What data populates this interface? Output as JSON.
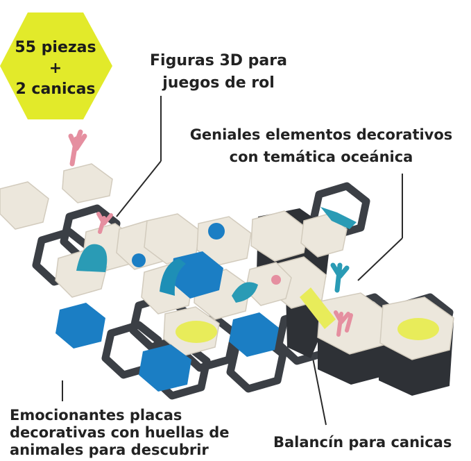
{
  "badge": {
    "line1": "55 piezas",
    "line2": "+",
    "line3": "2 canicas",
    "color": "#e2ea2a"
  },
  "callouts": {
    "figuras": {
      "line1": "Figuras 3D para",
      "line2": "juegos de rol"
    },
    "geniales": {
      "line1": "Geniales elementos decorativos",
      "line2": "con temática oceánica"
    },
    "emocionantes": {
      "line1": "Emocionantes placas",
      "line2": "decorativas con huellas de",
      "line3": "animales para descubrir"
    },
    "balancin": {
      "line1": "Balancín para canicas"
    }
  },
  "colors": {
    "frame": "#3b3f45",
    "tile": "#ece7dc",
    "blue": "#1b7ec4",
    "teal": "#2a9bb5",
    "yellow": "#e8ec5a",
    "pink": "#e58fa0"
  }
}
